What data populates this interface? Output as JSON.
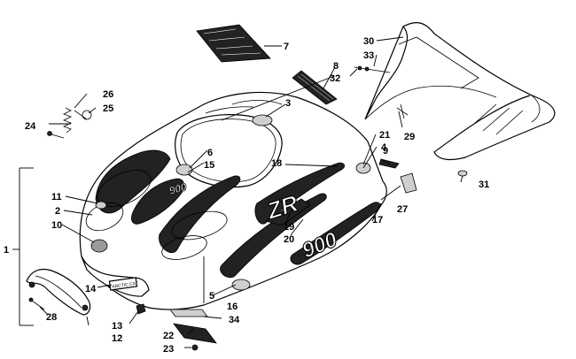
{
  "callouts": [
    {
      "id": "c1",
      "text": "1"
    },
    {
      "id": "c2",
      "text": "2"
    },
    {
      "id": "c3",
      "text": "3"
    },
    {
      "id": "c4",
      "text": "4"
    },
    {
      "id": "c5",
      "text": "5"
    },
    {
      "id": "c6",
      "text": "6"
    },
    {
      "id": "c7",
      "text": "7"
    },
    {
      "id": "c8",
      "text": "8"
    },
    {
      "id": "c9",
      "text": "9"
    },
    {
      "id": "c10",
      "text": "10"
    },
    {
      "id": "c11",
      "text": "11"
    },
    {
      "id": "c12",
      "text": "12"
    },
    {
      "id": "c13",
      "text": "13"
    },
    {
      "id": "c14",
      "text": "14"
    },
    {
      "id": "c15",
      "text": "15"
    },
    {
      "id": "c16",
      "text": "16"
    },
    {
      "id": "c17",
      "text": "17"
    },
    {
      "id": "c18",
      "text": "18"
    },
    {
      "id": "c19",
      "text": "19"
    },
    {
      "id": "c20",
      "text": "20"
    },
    {
      "id": "c21",
      "text": "21"
    },
    {
      "id": "c22",
      "text": "22"
    },
    {
      "id": "c23",
      "text": "23"
    },
    {
      "id": "c24",
      "text": "24"
    },
    {
      "id": "c25",
      "text": "25"
    },
    {
      "id": "c26",
      "text": "26"
    },
    {
      "id": "c27",
      "text": "27"
    },
    {
      "id": "c28",
      "text": "28"
    },
    {
      "id": "c29",
      "text": "29"
    },
    {
      "id": "c30",
      "text": "30"
    },
    {
      "id": "c31",
      "text": "31"
    },
    {
      "id": "c32",
      "text": "32"
    },
    {
      "id": "c33",
      "text": "33"
    },
    {
      "id": "c34",
      "text": "34"
    }
  ],
  "decals": {
    "brand_logo": "ZR",
    "model_logo": "900",
    "nameplate": "ARCTIC CAT"
  }
}
